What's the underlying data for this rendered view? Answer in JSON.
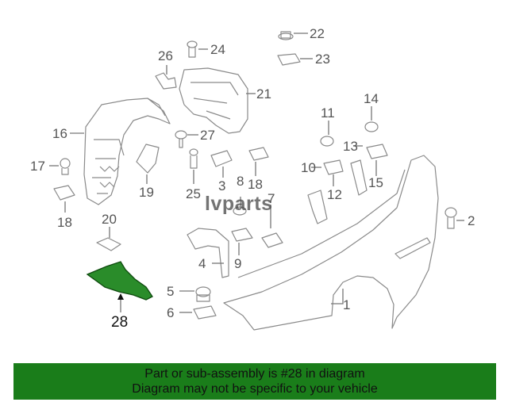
{
  "callouts": {
    "c1": "1",
    "c2": "2",
    "c3": "3",
    "c4": "4",
    "c5": "5",
    "c6": "6",
    "c7": "7",
    "c8": "8",
    "c9": "9",
    "c10": "10",
    "c11": "11",
    "c12": "12",
    "c13": "13",
    "c14": "14",
    "c15": "15",
    "c16": "16",
    "c17": "17",
    "c18a": "18",
    "c18b": "18",
    "c19": "19",
    "c20": "20",
    "c21": "21",
    "c22": "22",
    "c23": "23",
    "c24": "24",
    "c25": "25",
    "c26": "26",
    "c27": "27",
    "c28": "28"
  },
  "highlight_color": "#1f7a1f",
  "watermark": "lvparts",
  "banner": {
    "line1": "Part or sub-assembly is #28 in diagram",
    "line2": "Diagram may not be specific to your vehicle",
    "color": "#1a7d1a"
  }
}
